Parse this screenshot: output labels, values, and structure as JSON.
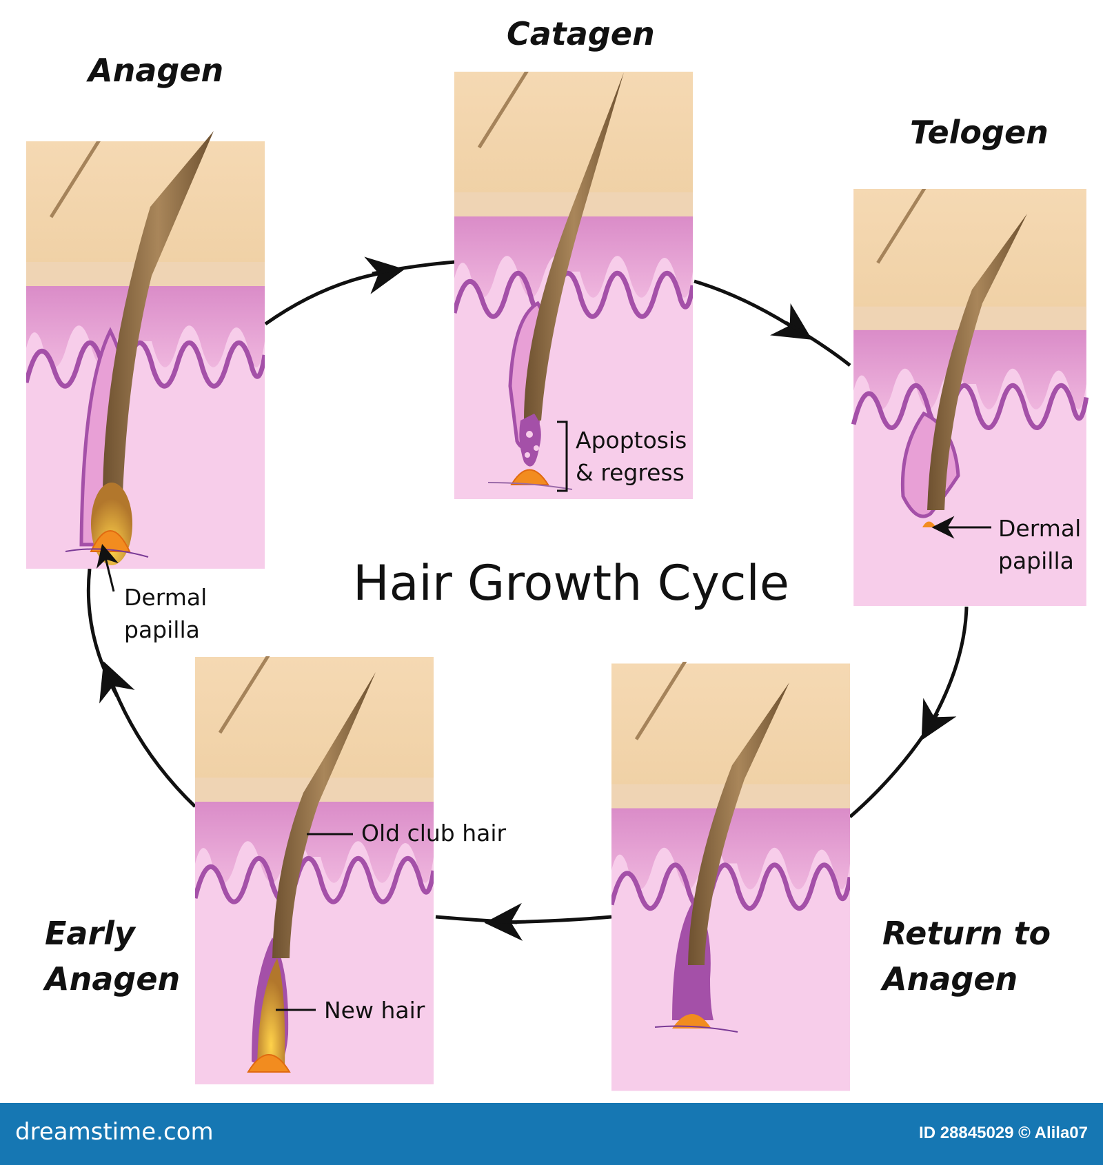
{
  "title": "Hair Growth Cycle",
  "stages": {
    "anagen": "Anagen",
    "catagen": "Catagen",
    "telogen": "Telogen",
    "return_line1": "Return to",
    "return_line2": "Anagen",
    "early_line1": "Early",
    "early_line2": "Anagen"
  },
  "labels": {
    "anagen_papilla_1": "Dermal",
    "anagen_papilla_2": "papilla",
    "catagen_1": "Apoptosis",
    "catagen_2": "& regress",
    "telogen_papilla_1": "Dermal",
    "telogen_papilla_2": "papilla",
    "old_club_hair": "Old club hair",
    "new_hair": "New hair"
  },
  "footer": {
    "site": "dreamstime.com",
    "id": "ID 28845029 © Alila07"
  },
  "colors": {
    "skin": "#f3d9b6",
    "epidermis": "#e6a8d6",
    "dermis": "#f7cdea",
    "follicle": "#a450a8",
    "hair": "#8b6a3e",
    "papilla": "#f28c1f",
    "footer": "#1677b3"
  }
}
